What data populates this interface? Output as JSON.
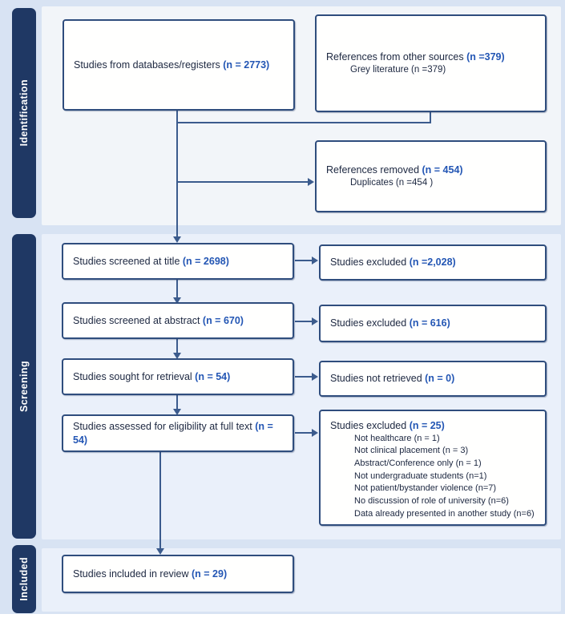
{
  "meta": {
    "figure_type": "PRISMA flow diagram"
  },
  "colors": {
    "background": "#d8e3f3",
    "panel_identification": "#f2f5f9",
    "panel_screening": "#eaf0fa",
    "sidebar_navy": "#1f3864",
    "box_border": "#2f4d7d",
    "arrow": "#3b5b8d",
    "n_value_blue": "#2356b4",
    "text_dark": "#1c2740"
  },
  "sidebar": {
    "identification": "Identification",
    "screening": "Screening",
    "included": "Included"
  },
  "boxes": {
    "databases": {
      "label": "Studies from databases/registers ",
      "n": "(n = 2773)"
    },
    "other_sources": {
      "label": "References from other sources ",
      "n": "(n =379)",
      "sub": [
        "Grey literature (n =379)"
      ]
    },
    "references_removed": {
      "label": "References removed ",
      "n": "(n = 454)",
      "sub": [
        "Duplicates (n =454 )"
      ]
    },
    "screened_title": {
      "label": "Studies screened at title ",
      "n": "(n = 2698)"
    },
    "excluded_title": {
      "label": "Studies excluded ",
      "n": "(n =2,028)"
    },
    "screened_abstract": {
      "label": "Studies screened at abstract ",
      "n": "(n = 670)"
    },
    "excluded_abstract": {
      "label": "Studies excluded ",
      "n": "(n = 616)"
    },
    "sought_retrieval": {
      "label": "Studies sought for retrieval ",
      "n": "(n = 54)"
    },
    "not_retrieved": {
      "label": "Studies not retrieved ",
      "n": "(n = 0)"
    },
    "assessed_fulltext": {
      "label": "Studies assessed for eligibility at full text ",
      "n": "(n = 54)"
    },
    "excluded_fulltext": {
      "label": "Studies excluded ",
      "n": "(n = 25)",
      "sub": [
        "Not healthcare (n = 1)",
        "Not clinical placement (n = 3)",
        "Abstract/Conference only (n = 1)",
        "Not undergraduate students (n=1)",
        "Not patient/bystander violence (n=7)",
        "No discussion of role of university (n=6)",
        "Data already presented in another study (n=6)"
      ]
    },
    "included_review": {
      "label": "Studies included in review ",
      "n": "(n = 29)"
    }
  }
}
